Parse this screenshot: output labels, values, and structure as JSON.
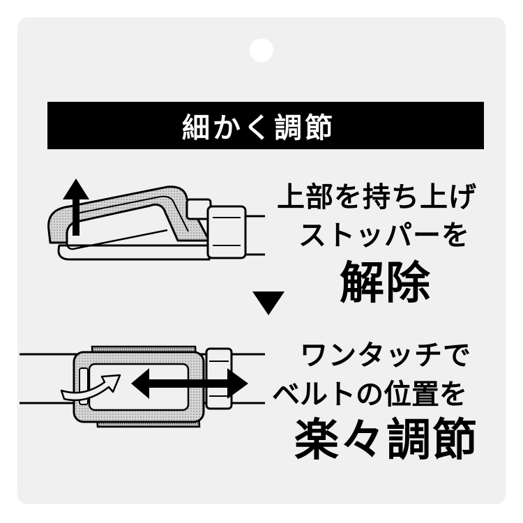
{
  "title": "細かく調節",
  "step1": {
    "line1": "上部を持ち上げ",
    "line2": "ストッパーを",
    "emphasis": "解除"
  },
  "step2": {
    "line1": "ワンタッチで",
    "line2": "ベルトの位置を",
    "emphasis": "楽々調節"
  },
  "colors": {
    "card": "#f0f0f0",
    "title_bar": "#000000",
    "title_text": "#ffffff"
  },
  "icons": [
    "up-arrow-icon",
    "down-triangle-icon",
    "double-arrow-icon",
    "curved-arrow-icon"
  ]
}
